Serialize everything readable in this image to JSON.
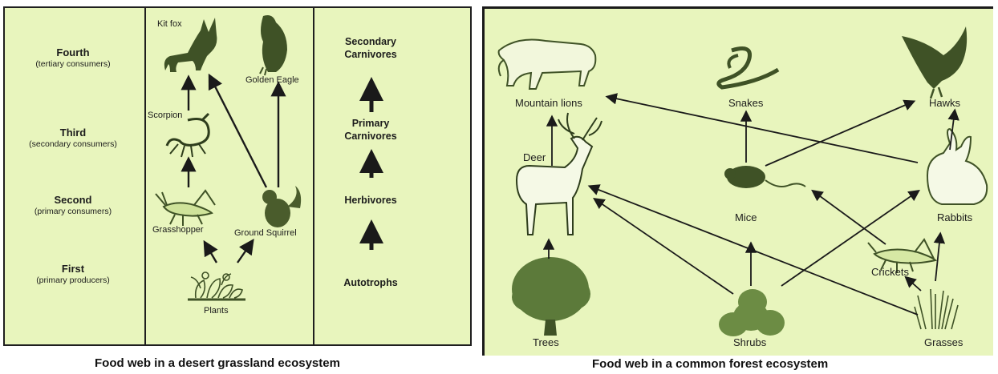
{
  "desert": {
    "levels": [
      {
        "main": "Fourth",
        "sub": "(tertiary consumers)"
      },
      {
        "main": "Third",
        "sub": "(secondary consumers)"
      },
      {
        "main": "Second",
        "sub": "(primary consumers)"
      },
      {
        "main": "First",
        "sub": "(primary producers)"
      }
    ],
    "organisms": {
      "kit_fox": "Kit fox",
      "golden_eagle": "Golden Eagle",
      "scorpion": "Scorpion",
      "grasshopper": "Grasshopper",
      "ground_squirrel": "Ground Squirrel",
      "plants": "Plants"
    },
    "trophic": {
      "secondary": [
        "Secondary",
        "Carnivores"
      ],
      "primary": [
        "Primary",
        "Carnivores"
      ],
      "herbivores": "Herbivores",
      "autotrophs": "Autotrophs"
    },
    "caption": "Food web in a desert grassland ecosystem"
  },
  "forest": {
    "organisms": {
      "mountain_lions": "Mountain lions",
      "snakes": "Snakes",
      "hawks": "Hawks",
      "deer": "Deer",
      "mice": "Mice",
      "rabbits": "Rabbits",
      "crickets": "Crickets",
      "trees": "Trees",
      "shrubs": "Shrubs",
      "grasses": "Grasses"
    },
    "caption": "Food web in a common forest ecosystem"
  },
  "colors": {
    "panel_bg": "#e8f5bd",
    "animal": "#3f5226",
    "plant": "#5c7a3a"
  }
}
